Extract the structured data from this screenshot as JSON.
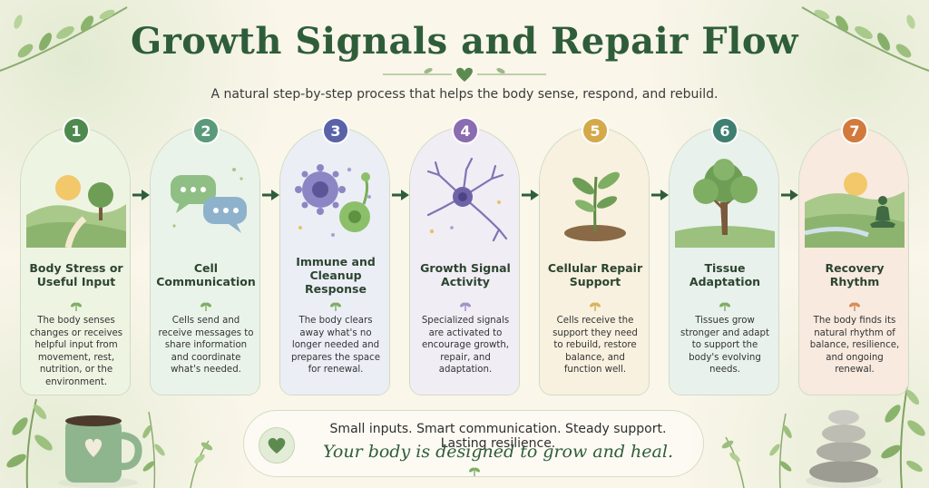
{
  "title": "Growth Signals and Repair Flow",
  "subtitle": "A natural step-by-step process that helps the body sense, respond, and rebuild.",
  "steps": [
    {
      "number": "1",
      "title": "Body Stress or Useful Input",
      "desc": "The body senses changes or receives helpful input from movement, rest, nutrition, or the environment.",
      "color": "#4e8a4e",
      "bg": "#eef4e2",
      "icon": "sun-landscape-icon"
    },
    {
      "number": "2",
      "title": "Cell Communication",
      "desc": "Cells send and receive messages to share information and coordinate what's needed.",
      "color": "#5a9a7a",
      "bg": "#eaf3ea",
      "icon": "speech-bubbles-icon"
    },
    {
      "number": "3",
      "title": "Immune and Cleanup Response",
      "desc": "The body clears away what's no longer needed and prepares the space for renewal.",
      "color": "#5a63a8",
      "bg": "#eceef6",
      "icon": "immune-cells-icon"
    },
    {
      "number": "4",
      "title": "Growth Signal Activity",
      "desc": "Specialized signals are activated to encourage growth, repair, and adaptation.",
      "color": "#8a6cb0",
      "bg": "#f1edf5",
      "icon": "neuron-icon"
    },
    {
      "number": "5",
      "title": "Cellular Repair Support",
      "desc": "Cells receive the support they need to rebuild, restore balance, and function well.",
      "color": "#d4a94a",
      "bg": "#f8f1df",
      "icon": "sprout-icon"
    },
    {
      "number": "6",
      "title": "Tissue Adaptation",
      "desc": "Tissues grow stronger and adapt to support the body's evolving needs.",
      "color": "#3f7f72",
      "bg": "#e8f1ec",
      "icon": "tree-icon"
    },
    {
      "number": "7",
      "title": "Recovery Rhythm",
      "desc": "The body finds its natural rhythm of balance, resilience, and ongoing renewal.",
      "color": "#d27a3c",
      "bg": "#f8eadf",
      "icon": "meditation-icon"
    }
  ],
  "bottom": {
    "tagline": "Small inputs. Smart communication. Steady support. Lasting resilience.",
    "script": "Your body is designed to grow and heal."
  }
}
